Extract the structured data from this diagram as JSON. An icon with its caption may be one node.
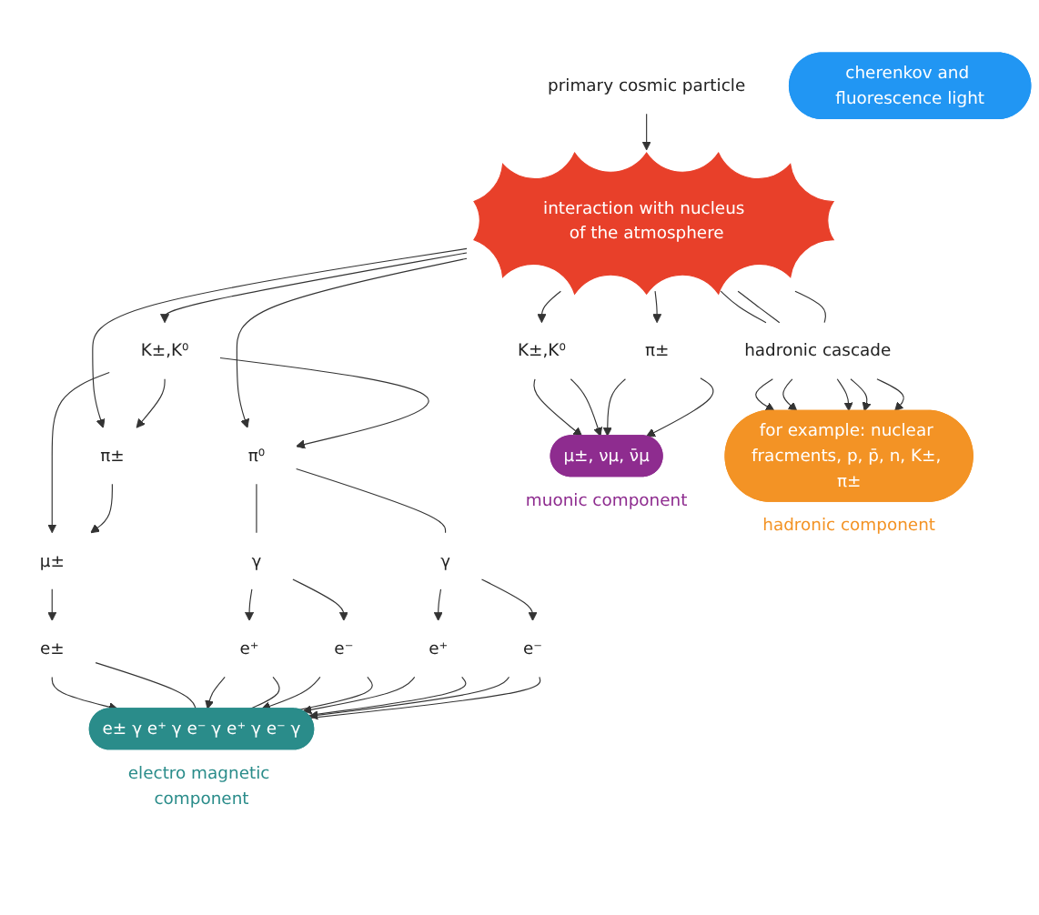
{
  "diagram": {
    "nodes": [
      {
        "text": [
          "primary cosmic particle"
        ]
      },
      {
        "text": [
          "interaction with nucleus of the atmosphere"
        ]
      },
      {
        "text": [
          "K±,K⁰"
        ]
      },
      {
        "text": [
          "π±"
        ]
      },
      {
        "text": [
          "hadronic cascade"
        ]
      },
      {
        "text": [
          "K±,K⁰"
        ]
      },
      {
        "text": [
          "π⁰"
        ]
      },
      {
        "text": [
          "π±"
        ]
      },
      {
        "text": [
          "μ±"
        ]
      },
      {
        "text": [
          "γ"
        ]
      },
      {
        "text": [
          "γ"
        ]
      },
      {
        "text": [
          "e±"
        ]
      },
      {
        "text": [
          "e⁺"
        ]
      },
      {
        "text": [
          "e⁻"
        ]
      },
      {
        "text": [
          "e⁺"
        ]
      },
      {
        "text": [
          "e⁻"
        ]
      },
      {
        "text": [
          "cherenkov and fluorescence light"
        ]
      },
      {
        "text": [
          "μ±, νμ, ν̄μ"
        ],
        "beside": [
          "muonic component"
        ]
      },
      {
        "text": [
          "for example: nuclear fracments, p, p̄, n, K±, π±"
        ],
        "beside": [
          "hadronic component"
        ]
      },
      {
        "text": [
          "e± γ e⁺ γ e⁻ γ e⁺ γ e⁻ γ"
        ],
        "beside": [
          "electro magnetic component"
        ]
      }
    ],
    "edges": [
      {
        "from": 0,
        "to": 1,
        "arrow": "to"
      },
      {
        "from": 1,
        "to": 2,
        "arrow": "to"
      },
      {
        "from": 1,
        "to": 3,
        "arrow": "to"
      },
      {
        "from": 1,
        "to": 4,
        "arrow": "none"
      },
      {
        "from": 1,
        "to": 4,
        "arrow": "none"
      },
      {
        "from": 1,
        "to": 4,
        "arrow": "none"
      },
      {
        "from": 1,
        "to": 7,
        "arrow": "to"
      },
      {
        "from": 1,
        "to": 5,
        "arrow": "to"
      },
      {
        "from": 1,
        "to": 6,
        "arrow": "to"
      },
      {
        "from": 5,
        "to": 6,
        "arrow": "to"
      },
      {
        "from": 5,
        "to": 7,
        "arrow": "to"
      },
      {
        "from": 5,
        "to": 8,
        "arrow": "to"
      },
      {
        "from": 7,
        "to": 8,
        "arrow": "to"
      },
      {
        "from": 6,
        "to": 9,
        "arrow": "none"
      },
      {
        "from": 6,
        "to": 10,
        "arrow": "none"
      },
      {
        "from": 8,
        "to": 11,
        "arrow": "to"
      },
      {
        "from": 9,
        "to": 12,
        "arrow": "to"
      },
      {
        "from": 9,
        "to": 13,
        "arrow": "to"
      },
      {
        "from": 10,
        "to": 14,
        "arrow": "to"
      },
      {
        "from": 10,
        "to": 15,
        "arrow": "to"
      },
      {
        "from": 2,
        "to": 17,
        "arrow": "to"
      },
      {
        "from": 2,
        "to": 17,
        "arrow": "to"
      },
      {
        "from": 3,
        "to": 17,
        "arrow": "to"
      },
      {
        "from": 3,
        "to": 17,
        "arrow": "to"
      },
      {
        "from": 4,
        "to": 18,
        "arrow": "to"
      },
      {
        "from": 4,
        "to": 18,
        "arrow": "to"
      },
      {
        "from": 4,
        "to": 18,
        "arrow": "to"
      },
      {
        "from": 4,
        "to": 18,
        "arrow": "to"
      },
      {
        "from": 4,
        "to": 18,
        "arrow": "to"
      },
      {
        "from": 11,
        "to": 19,
        "arrow": "to"
      },
      {
        "from": 11,
        "to": 19,
        "arrow": "none"
      },
      {
        "from": 12,
        "to": 19,
        "arrow": "to"
      },
      {
        "from": 12,
        "to": 19,
        "arrow": "none"
      },
      {
        "from": 13,
        "to": 19,
        "arrow": "to"
      },
      {
        "from": 13,
        "to": 19,
        "arrow": "none"
      },
      {
        "from": 14,
        "to": 19,
        "arrow": "to"
      },
      {
        "from": 14,
        "to": 19,
        "arrow": "none"
      },
      {
        "from": 15,
        "to": 19,
        "arrow": "to"
      },
      {
        "from": 15,
        "to": 19,
        "arrow": "none"
      }
    ]
  }
}
